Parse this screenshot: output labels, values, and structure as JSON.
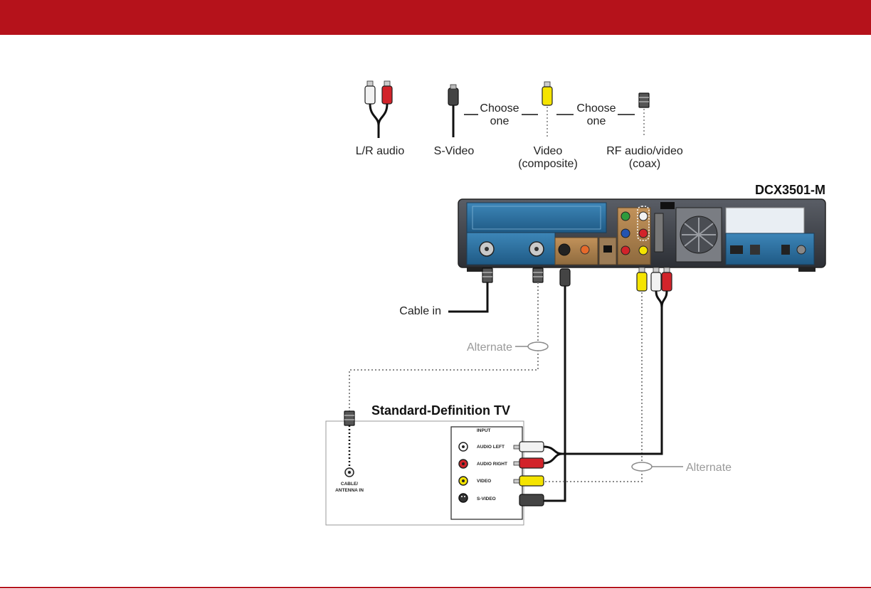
{
  "colors": {
    "header_red": "#b5121b",
    "cable_black": "#111111",
    "alternate_gray": "#9a9a9a",
    "plug_white": "#f2f2f2",
    "plug_red": "#d2232a",
    "plug_yellow": "#f5e400",
    "device_body": "#3c3f46",
    "device_panel_blue": "#2c6f9c"
  },
  "legend": {
    "lr_audio": "L/R audio",
    "svideo": "S-Video",
    "choose_line1": "Choose",
    "choose_line2": "one",
    "video_line1": "Video",
    "video_line2": "(composite)",
    "rf_line1": "RF audio/video",
    "rf_line2": "(coax)"
  },
  "device": {
    "model": "DCX3501-M"
  },
  "connections": {
    "cable_in": "Cable in",
    "alternate": "Alternate"
  },
  "tv": {
    "title": "Standard-Definition TV",
    "input_header": "INPUT",
    "audio_left": "AUDIO LEFT",
    "audio_right": "AUDIO RIGHT",
    "video": "VIDEO",
    "svideo": "S-VIDEO",
    "antenna_line1": "CABLE/",
    "antenna_line2": "ANTENNA IN"
  },
  "icons": [
    "rca-plug-icon",
    "svideo-plug-icon",
    "coax-plug-icon",
    "coax-jack-icon"
  ]
}
